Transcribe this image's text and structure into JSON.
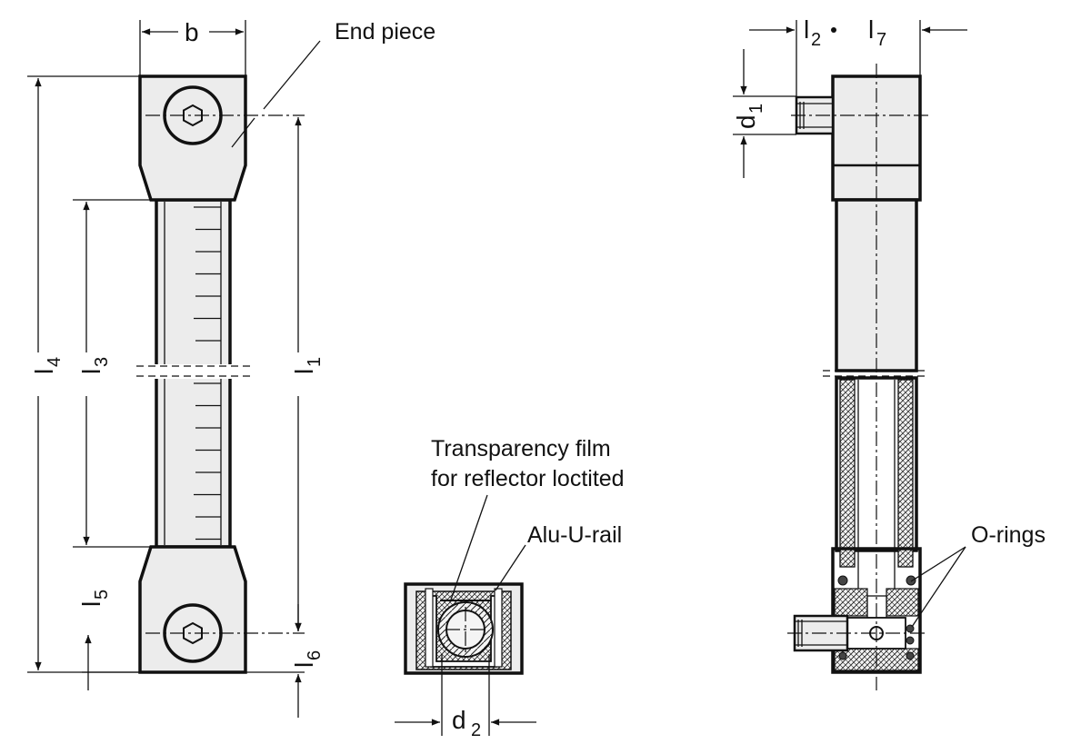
{
  "labels": {
    "end_piece": "End piece",
    "transparency_film_line1": "Transparency film",
    "transparency_film_line2": "for reflector loctited",
    "alu_rail": "Alu-U-rail",
    "o_rings": "O-rings"
  },
  "dimensions": {
    "b": {
      "main": "b",
      "sub": ""
    },
    "l1": {
      "main": "l",
      "sub": "1"
    },
    "l2": {
      "main": "l",
      "sub": "2"
    },
    "l3": {
      "main": "l",
      "sub": "3"
    },
    "l4": {
      "main": "l",
      "sub": "4"
    },
    "l5": {
      "main": "l",
      "sub": "5"
    },
    "l6": {
      "main": "l",
      "sub": "6"
    },
    "l7": {
      "main": "l",
      "sub": "7"
    },
    "d1": {
      "main": "d",
      "sub": "1"
    },
    "d2": {
      "main": "d",
      "sub": "2"
    }
  }
}
